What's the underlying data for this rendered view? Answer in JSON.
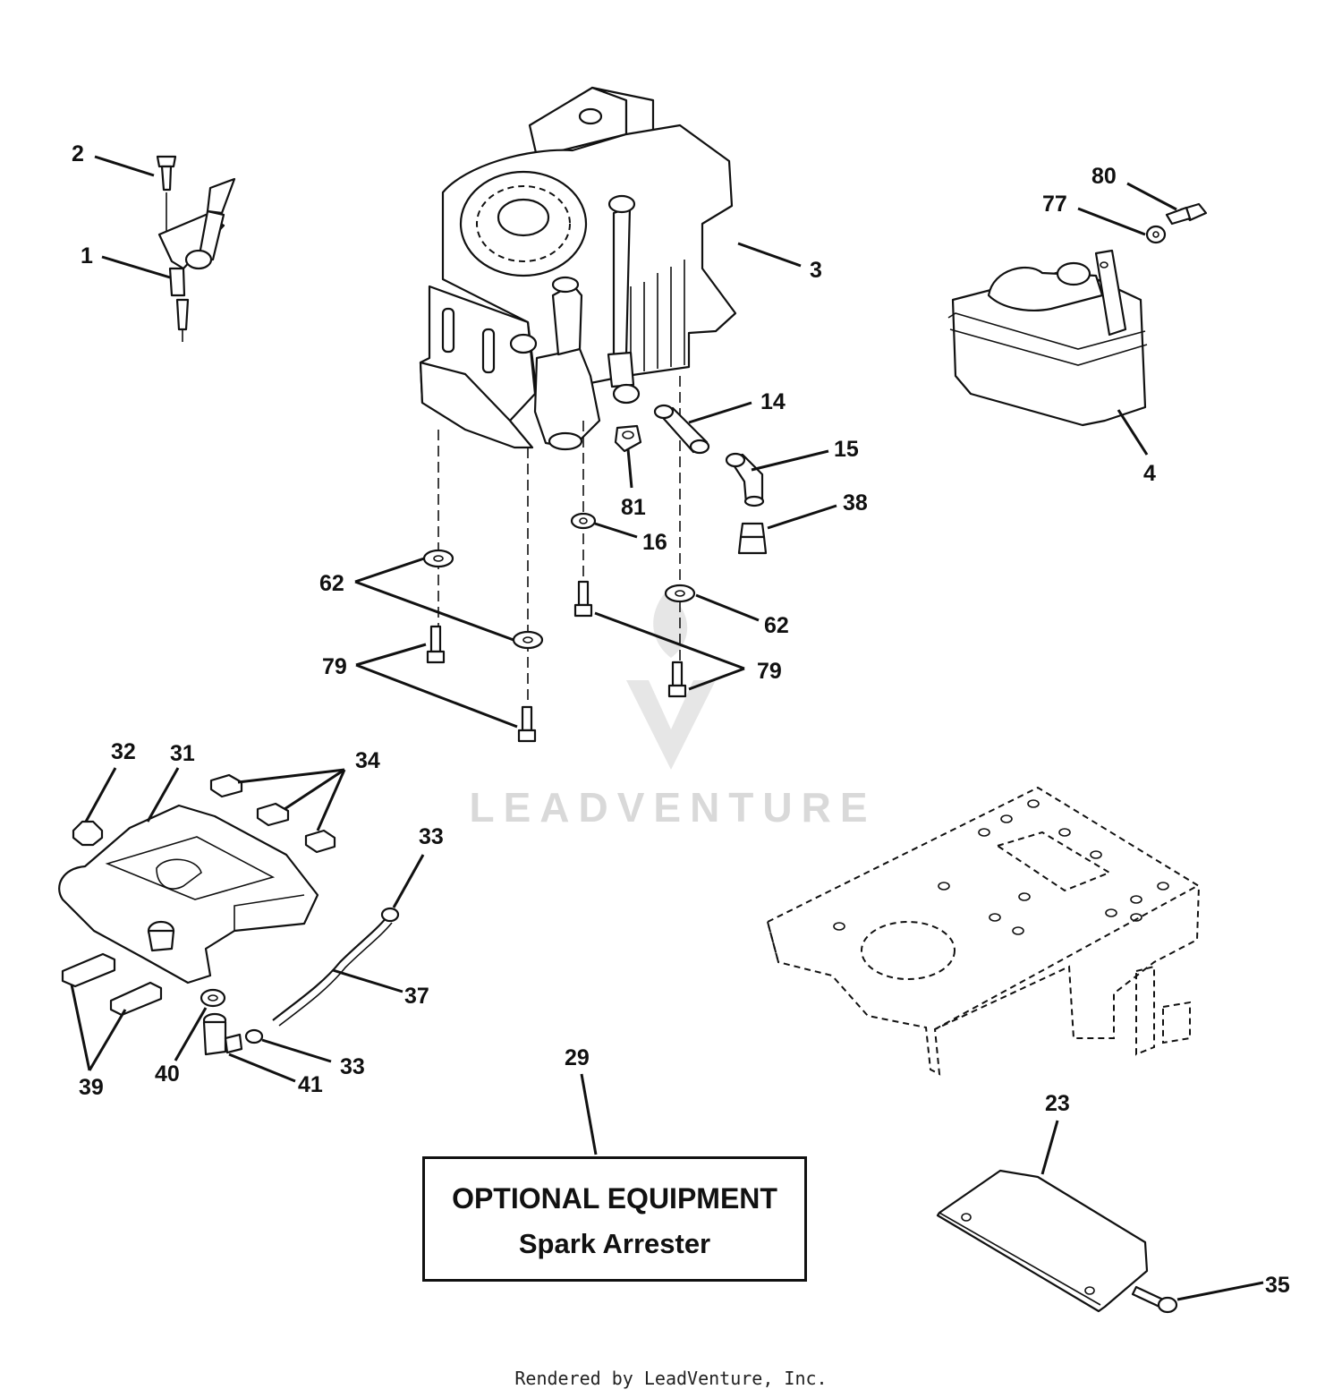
{
  "callouts": {
    "c1": "1",
    "c2": "2",
    "c3": "3",
    "c4": "4",
    "c14": "14",
    "c15": "15",
    "c16": "16",
    "c23": "23",
    "c29": "29",
    "c31": "31",
    "c32": "32",
    "c33a": "33",
    "c33b": "33",
    "c34": "34",
    "c35": "35",
    "c37": "37",
    "c38": "38",
    "c39": "39",
    "c40": "40",
    "c41": "41",
    "c62a": "62",
    "c62b": "62",
    "c77": "77",
    "c79a": "79",
    "c79b": "79",
    "c80": "80",
    "c81": "81"
  },
  "optional_box": {
    "title": "OPTIONAL EQUIPMENT",
    "subtitle": "Spark Arrester"
  },
  "watermark": "LEADVENTURE",
  "footer": "Rendered by LeadVenture, Inc."
}
